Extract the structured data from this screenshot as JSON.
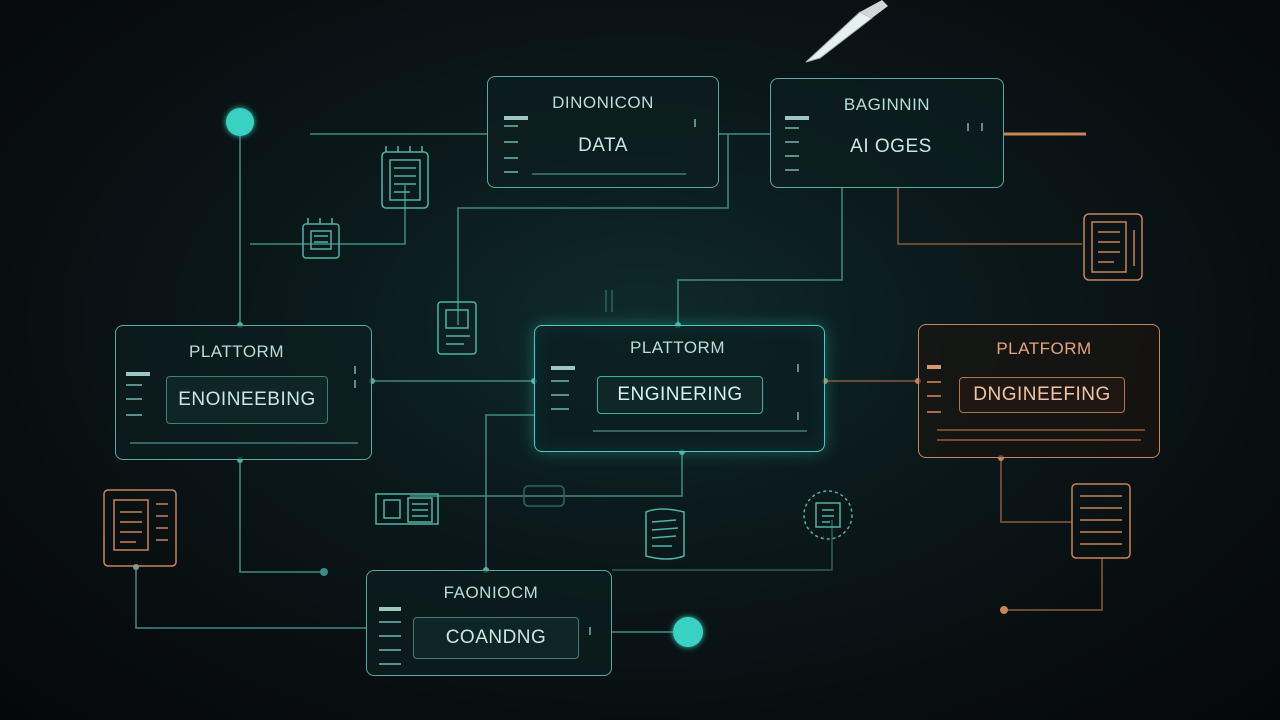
{
  "colors": {
    "teal": "#5fa8a0",
    "teal_bright": "#39d1c2",
    "orange": "#c9845a",
    "background": "#080d0f"
  },
  "nodes": {
    "top_left": {
      "title": "DINONICON",
      "label": "DATA"
    },
    "top_right": {
      "title": "BAGINNIN",
      "label": "AI OGES"
    },
    "mid_left": {
      "title": "PLATTORM",
      "label": "ENOINEEBING"
    },
    "mid_center": {
      "title": "PLATTORM",
      "label": "ENGINERING"
    },
    "mid_right": {
      "title": "PLATFORM",
      "label": "DNGINEEFING"
    },
    "bottom": {
      "title": "FAONIOCM",
      "label": "COANDNG"
    }
  },
  "icons": [
    "circuit-chip-icon",
    "chip-icon",
    "document-icon",
    "server-rack-icon",
    "clipboard-icon",
    "cpu-icon",
    "scroll-icon",
    "gear-chip-icon",
    "database-icon",
    "knife-icon"
  ]
}
